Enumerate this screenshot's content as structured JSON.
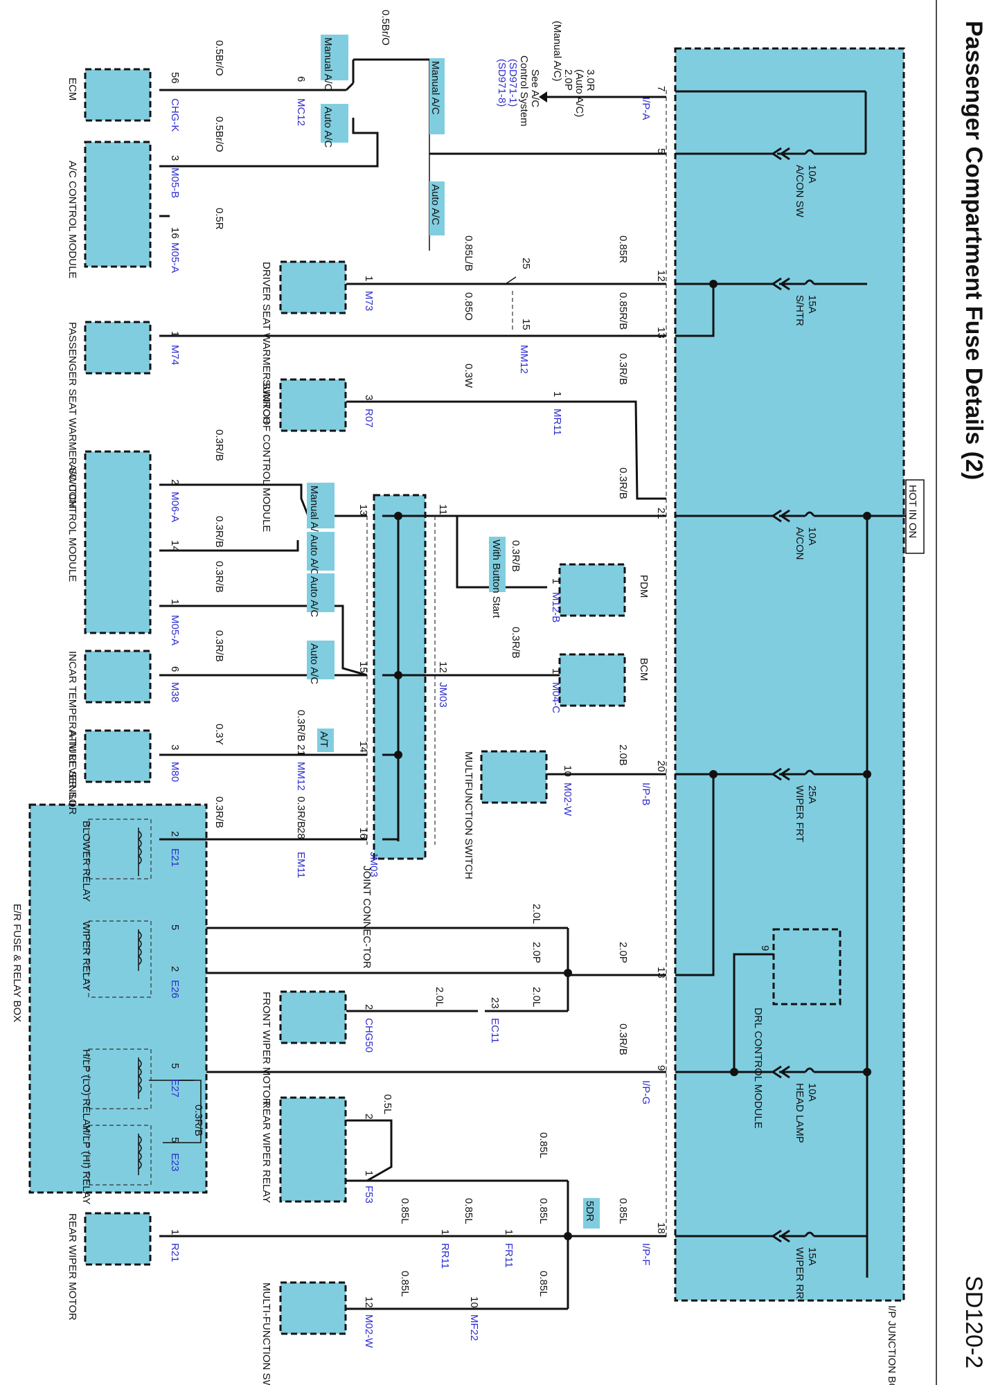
{
  "page": {
    "title": "Passenger Compartment Fuse Details (2)",
    "id": "SD120-2"
  },
  "junction_box": {
    "label": "I/P JUNCTION BOX",
    "hot_label": "HOT IN ON"
  },
  "fuses": [
    {
      "name": "A/CON SW",
      "rating": "10A"
    },
    {
      "name": "S/HTR",
      "rating": "15A"
    },
    {
      "name": "A/CON",
      "rating": "10A"
    },
    {
      "name": "WIPER FRT",
      "rating": "25A"
    },
    {
      "name": "HEAD LAMP",
      "rating": "10A"
    },
    {
      "name": "WIPER RR",
      "rating": "15A"
    }
  ],
  "components": {
    "ecm": "ECM",
    "ac_control_module_top": "A/C CONTROL MODULE",
    "driver_seat_warmer": "DRIVER SEAT WARMER SWITCH",
    "passenger_seat_warmer": "PASSENGER SEAT WARMER SWITCH",
    "sunroof_module": "SUNROOF CONTROL MODULE",
    "ac_control_module": "A/C CONTROL MODULE",
    "incar_sensor": "INCAR TEMPERA-TURE SENSOR",
    "atm_lever": "ATM LEVER ILL.",
    "pdm": "PDM",
    "bcm": "BCM",
    "multifunction_switch": "MULTIFUNCTION SWITCH",
    "joint_connector": "JOINT CONNEC-TOR",
    "drl_module": "DRL CONTROL MODULE",
    "er_box": "E/R FUSE & RELAY BOX",
    "blower_relay": "BLOWER RELAY",
    "wiper_relay": "WIPER RELAY",
    "hlp_lo_relay": "H/LP (LO) RELAY",
    "hlp_hi_relay": "H/LP (HI) RELAY",
    "front_wiper_motor": "FRONT WIPER MOTOR",
    "rear_wiper_relay": "REAR WIPER RELAY",
    "rear_wiper_motor": "REAR WIPER MOTOR",
    "multi_function_switch2": "MULTI-FUNCTION SWITCH"
  },
  "options": {
    "manual_ac": "Manual A/C",
    "auto_ac": "Auto A/C",
    "with_button_start": "With Button Start",
    "at": "A/T",
    "five_dr": "5DR"
  },
  "see_ref": {
    "see": "See A/C",
    "system": "Control System",
    "ref1": "(SD971-1)",
    "ref2": "(SD971-8)",
    "w1": "3.0R",
    "w1_note": "(Auto A/C)",
    "w2": "2.0P",
    "w2_note": "(Manual A/C)"
  },
  "wires": {
    "w05bro": "0.5Br/O",
    "w05r": "0.5R",
    "w085r": "0.85R",
    "w085lb": "0.85L/B",
    "w085rb": "0.85R/B",
    "w085o": "0.85O",
    "w03rb": "0.3R/B",
    "w03w": "0.3W",
    "w20b": "2.0B",
    "w03y": "0.3Y",
    "w20l": "2.0L",
    "w20p": "2.0P",
    "w05l": "0.5L",
    "w085l": "0.85L"
  },
  "connectors": {
    "ipa": "I/P-A",
    "ipb": "I/P-B",
    "ipg": "I/P-G",
    "ipf": "I/P-F",
    "chgk": "CHG-K",
    "m05b": "M05-B",
    "m05a": "M05-A",
    "mc12": "MC12",
    "m73": "M73",
    "m74": "M74",
    "mm12": "MM12",
    "r07": "R07",
    "mr11": "MR11",
    "m06a": "M06-A",
    "m38": "M38",
    "m80": "M80",
    "m12b": "M12-B",
    "m04c": "M04-C",
    "jm03": "JM03",
    "m02w": "M02-W",
    "e21": "E21",
    "em11": "EM11",
    "e26": "E26",
    "chg50": "CHG50",
    "ec11": "EC11",
    "e27": "E27",
    "e23": "E23",
    "f53": "F53",
    "r21": "R21",
    "rr11": "RR11",
    "fr11": "FR11",
    "mf22": "MF22"
  },
  "pins": [
    "1",
    "2",
    "3",
    "5",
    "6",
    "7",
    "9",
    "10",
    "11",
    "12",
    "13",
    "14",
    "15",
    "16",
    "18",
    "20",
    "21",
    "23",
    "25",
    "28",
    "56"
  ]
}
